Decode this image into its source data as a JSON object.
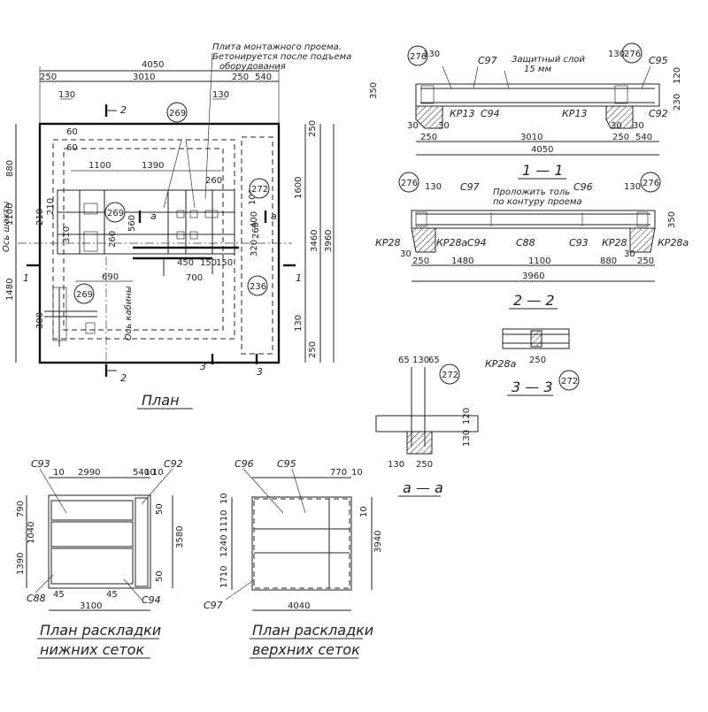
{
  "plan": {
    "title": "План",
    "note_line1": "Плита монтажного проема.",
    "note_line2": "Бетонируется после подъема",
    "note_line3": "оборудования",
    "dims_top": [
      "4050",
      "250",
      "3010",
      "250",
      "540",
      "130",
      "130"
    ],
    "dims_left": [
      "880",
      "1100",
      "1480"
    ],
    "dims_right": [
      "250",
      "1600",
      "3460",
      "3960",
      "130",
      "250"
    ],
    "dims_inner": [
      "1100",
      "1390",
      "260",
      "690",
      "700",
      "450",
      "150",
      "150",
      "320",
      "400"
    ],
    "dims_small": [
      "60",
      "60",
      "210",
      "310",
      "560",
      "260",
      "100",
      "210",
      "300",
      "260"
    ],
    "callouts": [
      "269",
      "269",
      "269",
      "272",
      "236"
    ],
    "section_marks": [
      "2",
      "2",
      "1",
      "1",
      "3",
      "3",
      "a",
      "a"
    ],
    "axis_shaft": "Ось шахты",
    "axis_cabin": "Ось кабины"
  },
  "section_1_1": {
    "title": "1 — 1",
    "labels": [
      "С97",
      "С95",
      "С94",
      "С92",
      "КР13",
      "КР13"
    ],
    "protect_layer": "Защитный слой",
    "protect_value": "15 мм",
    "callouts": [
      "276",
      "276"
    ],
    "dims": [
      "350",
      "250",
      "30",
      "30",
      "3010",
      "130",
      "30",
      "250",
      "540",
      "4050",
      "120",
      "230",
      "130",
      "30"
    ]
  },
  "section_2_2": {
    "title": "2 — 2",
    "note_line1": "Проложить толь",
    "note_line2": "по контуру проема",
    "labels": [
      "С97",
      "С96",
      "С94",
      "С88",
      "С93",
      "КР28",
      "КР28а",
      "КР28",
      "КР28а"
    ],
    "callouts": [
      "276",
      "276"
    ],
    "dims": [
      "130",
      "130",
      "350",
      "30",
      "250",
      "1480",
      "1100",
      "880",
      "30",
      "250",
      "3960"
    ]
  },
  "section_3_3": {
    "title": "3 — 3",
    "labels": [
      "КР28а",
      "250"
    ],
    "callouts": [
      "272"
    ]
  },
  "section_a_a": {
    "title": "а — а",
    "callouts": [
      "272"
    ],
    "dims": [
      "65",
      "130",
      "65",
      "120",
      "130",
      "130",
      "250"
    ]
  },
  "lower_mesh": {
    "title_line1": "План раскладки",
    "title_line2": "нижних сеток",
    "labels": [
      "С93",
      "С92",
      "С88",
      "С94"
    ],
    "dims": [
      "10",
      "2990",
      "540",
      "10",
      "10",
      "790",
      "1040",
      "1390",
      "3580",
      "45",
      "45",
      "3100",
      "50",
      "50"
    ]
  },
  "upper_mesh": {
    "title_line1": "План раскладки",
    "title_line2": "верхних сеток",
    "labels": [
      "С96",
      "С95",
      "С97"
    ],
    "dims": [
      "770",
      "10",
      "10",
      "1110",
      "1240",
      "1710",
      "3940",
      "10",
      "4040"
    ]
  }
}
